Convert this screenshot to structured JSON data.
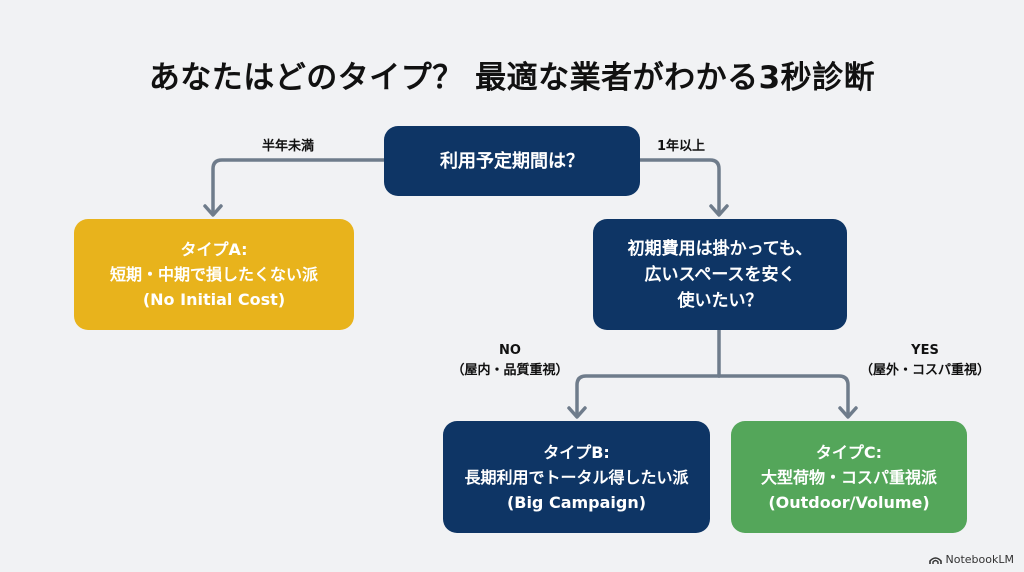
{
  "title": "あなたはどのタイプ？ 最適な業者がわかる3秒診断",
  "colors": {
    "navy": "#0e3565",
    "yellow": "#e8b31c",
    "green": "#54a65a",
    "connector": "#6f7c8b",
    "background": "#f1f2f4"
  },
  "nodes": {
    "question1": {
      "text": "利用予定期間は？"
    },
    "question2": {
      "lines": [
        "初期費用は掛かっても、",
        "広いスペースを安く",
        "使いたい？"
      ]
    },
    "type_a": {
      "lines": [
        "タイプA:",
        "短期・中期で損したくない派",
        "(No Initial Cost)"
      ]
    },
    "type_b": {
      "lines": [
        "タイプB:",
        "長期利用でトータル得したい派",
        "(Big Campaign)"
      ]
    },
    "type_c": {
      "lines": [
        "タイプC:",
        "大型荷物・コスパ重視派",
        "(Outdoor/Volume)"
      ]
    }
  },
  "edges": {
    "short": {
      "label": "半年未満"
    },
    "long": {
      "label": "1年以上"
    },
    "no": {
      "lines": [
        "NO",
        "（屋内・品質重視）"
      ]
    },
    "yes": {
      "lines": [
        "YES",
        "（屋外・コスパ重視）"
      ]
    }
  },
  "brand": {
    "icon": "notebooklm-icon",
    "text": "NotebookLM"
  }
}
